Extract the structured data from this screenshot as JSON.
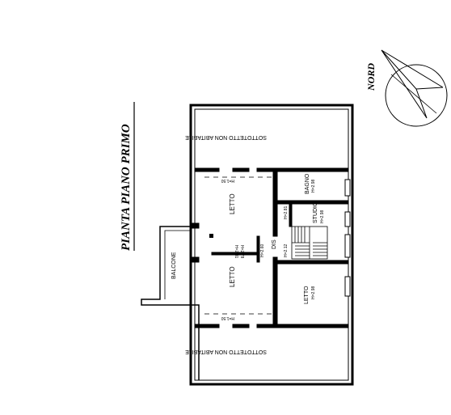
{
  "title": "PIANTA PIANO PRIMO",
  "north": {
    "label": "NORD",
    "icon": "north-arrow-icon"
  },
  "rooms": {
    "attic_top": "SOTTOTETTO NON ABITABILE",
    "attic_bottom": "SOTTOTETTO NON ABITABILE",
    "bedroom_upper": "LETTO",
    "bedroom_lower": "LETTO",
    "bedroom_right": "LETTO",
    "bathroom": "BAGNO",
    "studio": "STUDIO",
    "corridor": "DIS",
    "balcony": "BALCONE"
  },
  "heights": {
    "bedroom_upper_wall": "H=1.50",
    "bedroom_lower_wall": "H=1.50",
    "bathroom": "H=2.98",
    "studio": "H=2.98",
    "bedroom_right": "H=2.98",
    "corridor_a": "H=2.81",
    "corridor_b": "H=2.12",
    "center_a": "H=2.60",
    "center_b": "H=2.81",
    "center_c": "H=2.78"
  },
  "colors": {
    "ink": "#000000",
    "paper": "#ffffff"
  }
}
